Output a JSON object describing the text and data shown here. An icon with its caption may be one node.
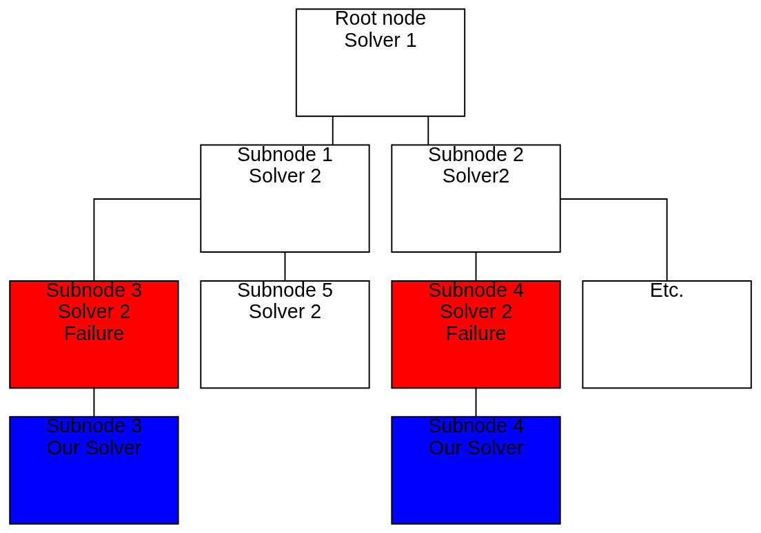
{
  "diagram": {
    "nodes": [
      {
        "text": [
          "Root node",
          "Solver 1"
        ]
      },
      {
        "text": [
          "Subnode 1",
          "Solver 2"
        ]
      },
      {
        "text": [
          "Subnode 2",
          "Solver2"
        ]
      },
      {
        "text": [
          "Subnode 3",
          "Solver 2",
          "Failure"
        ]
      },
      {
        "text": [
          "Subnode 5",
          "Solver 2"
        ]
      },
      {
        "text": [
          "Subnode 4",
          "Solver 2",
          "Failure"
        ]
      },
      {
        "text": [
          "Etc."
        ]
      },
      {
        "text": [
          "Subnode 3",
          "Our Solver"
        ]
      },
      {
        "text": [
          "Subnode 4",
          "Our Solver"
        ]
      }
    ],
    "edges": [
      {
        "from": 0,
        "to": 1,
        "arrow": "none"
      },
      {
        "from": 0,
        "to": 2,
        "arrow": "none"
      },
      {
        "from": 1,
        "to": 3,
        "arrow": "none"
      },
      {
        "from": 1,
        "to": 4,
        "arrow": "none"
      },
      {
        "from": 2,
        "to": 5,
        "arrow": "none"
      },
      {
        "from": 2,
        "to": 6,
        "arrow": "none"
      },
      {
        "from": 3,
        "to": 7,
        "arrow": "none"
      },
      {
        "from": 5,
        "to": 8,
        "arrow": "none"
      }
    ]
  }
}
